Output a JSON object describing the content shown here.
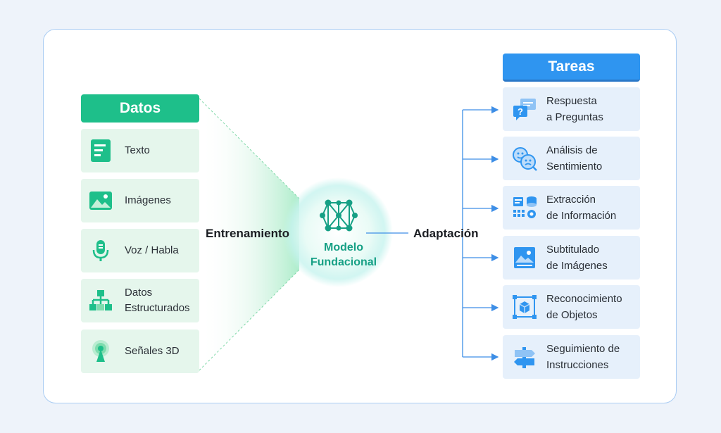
{
  "datos": {
    "title": "Datos",
    "items": [
      {
        "label": "Texto",
        "icon": "document-icon"
      },
      {
        "label": "Imágenes",
        "icon": "image-icon"
      },
      {
        "label": "Voz / Habla",
        "icon": "microphone-icon"
      },
      {
        "label": "Datos Estructurados",
        "icon": "hierarchy-icon"
      },
      {
        "label": "Señales 3D",
        "icon": "signal-icon"
      }
    ]
  },
  "flow": {
    "training": "Entrenamiento",
    "adaptation": "Adaptación"
  },
  "model": {
    "line1": "Modelo",
    "line2": "Fundacional"
  },
  "tareas": {
    "title": "Tareas",
    "items": [
      {
        "line1": "Respuesta",
        "line2": "a Preguntas",
        "icon": "question-chat-icon"
      },
      {
        "line1": "Análisis de",
        "line2": "Sentimiento",
        "icon": "faces-icon"
      },
      {
        "line1": "Extracción",
        "line2": "de Información",
        "icon": "data-extraction-icon"
      },
      {
        "line1": "Subtitulado",
        "line2": "de Imágenes",
        "icon": "image-caption-icon"
      },
      {
        "line1": "Reconocimiento",
        "line2": "de Objetos",
        "icon": "object-box-icon"
      },
      {
        "line1": "Seguimiento de",
        "line2": "Instrucciones",
        "icon": "signpost-icon"
      }
    ]
  },
  "colors": {
    "green": "#1ebf8a",
    "blue": "#2f95f0",
    "teal": "#16a085"
  }
}
